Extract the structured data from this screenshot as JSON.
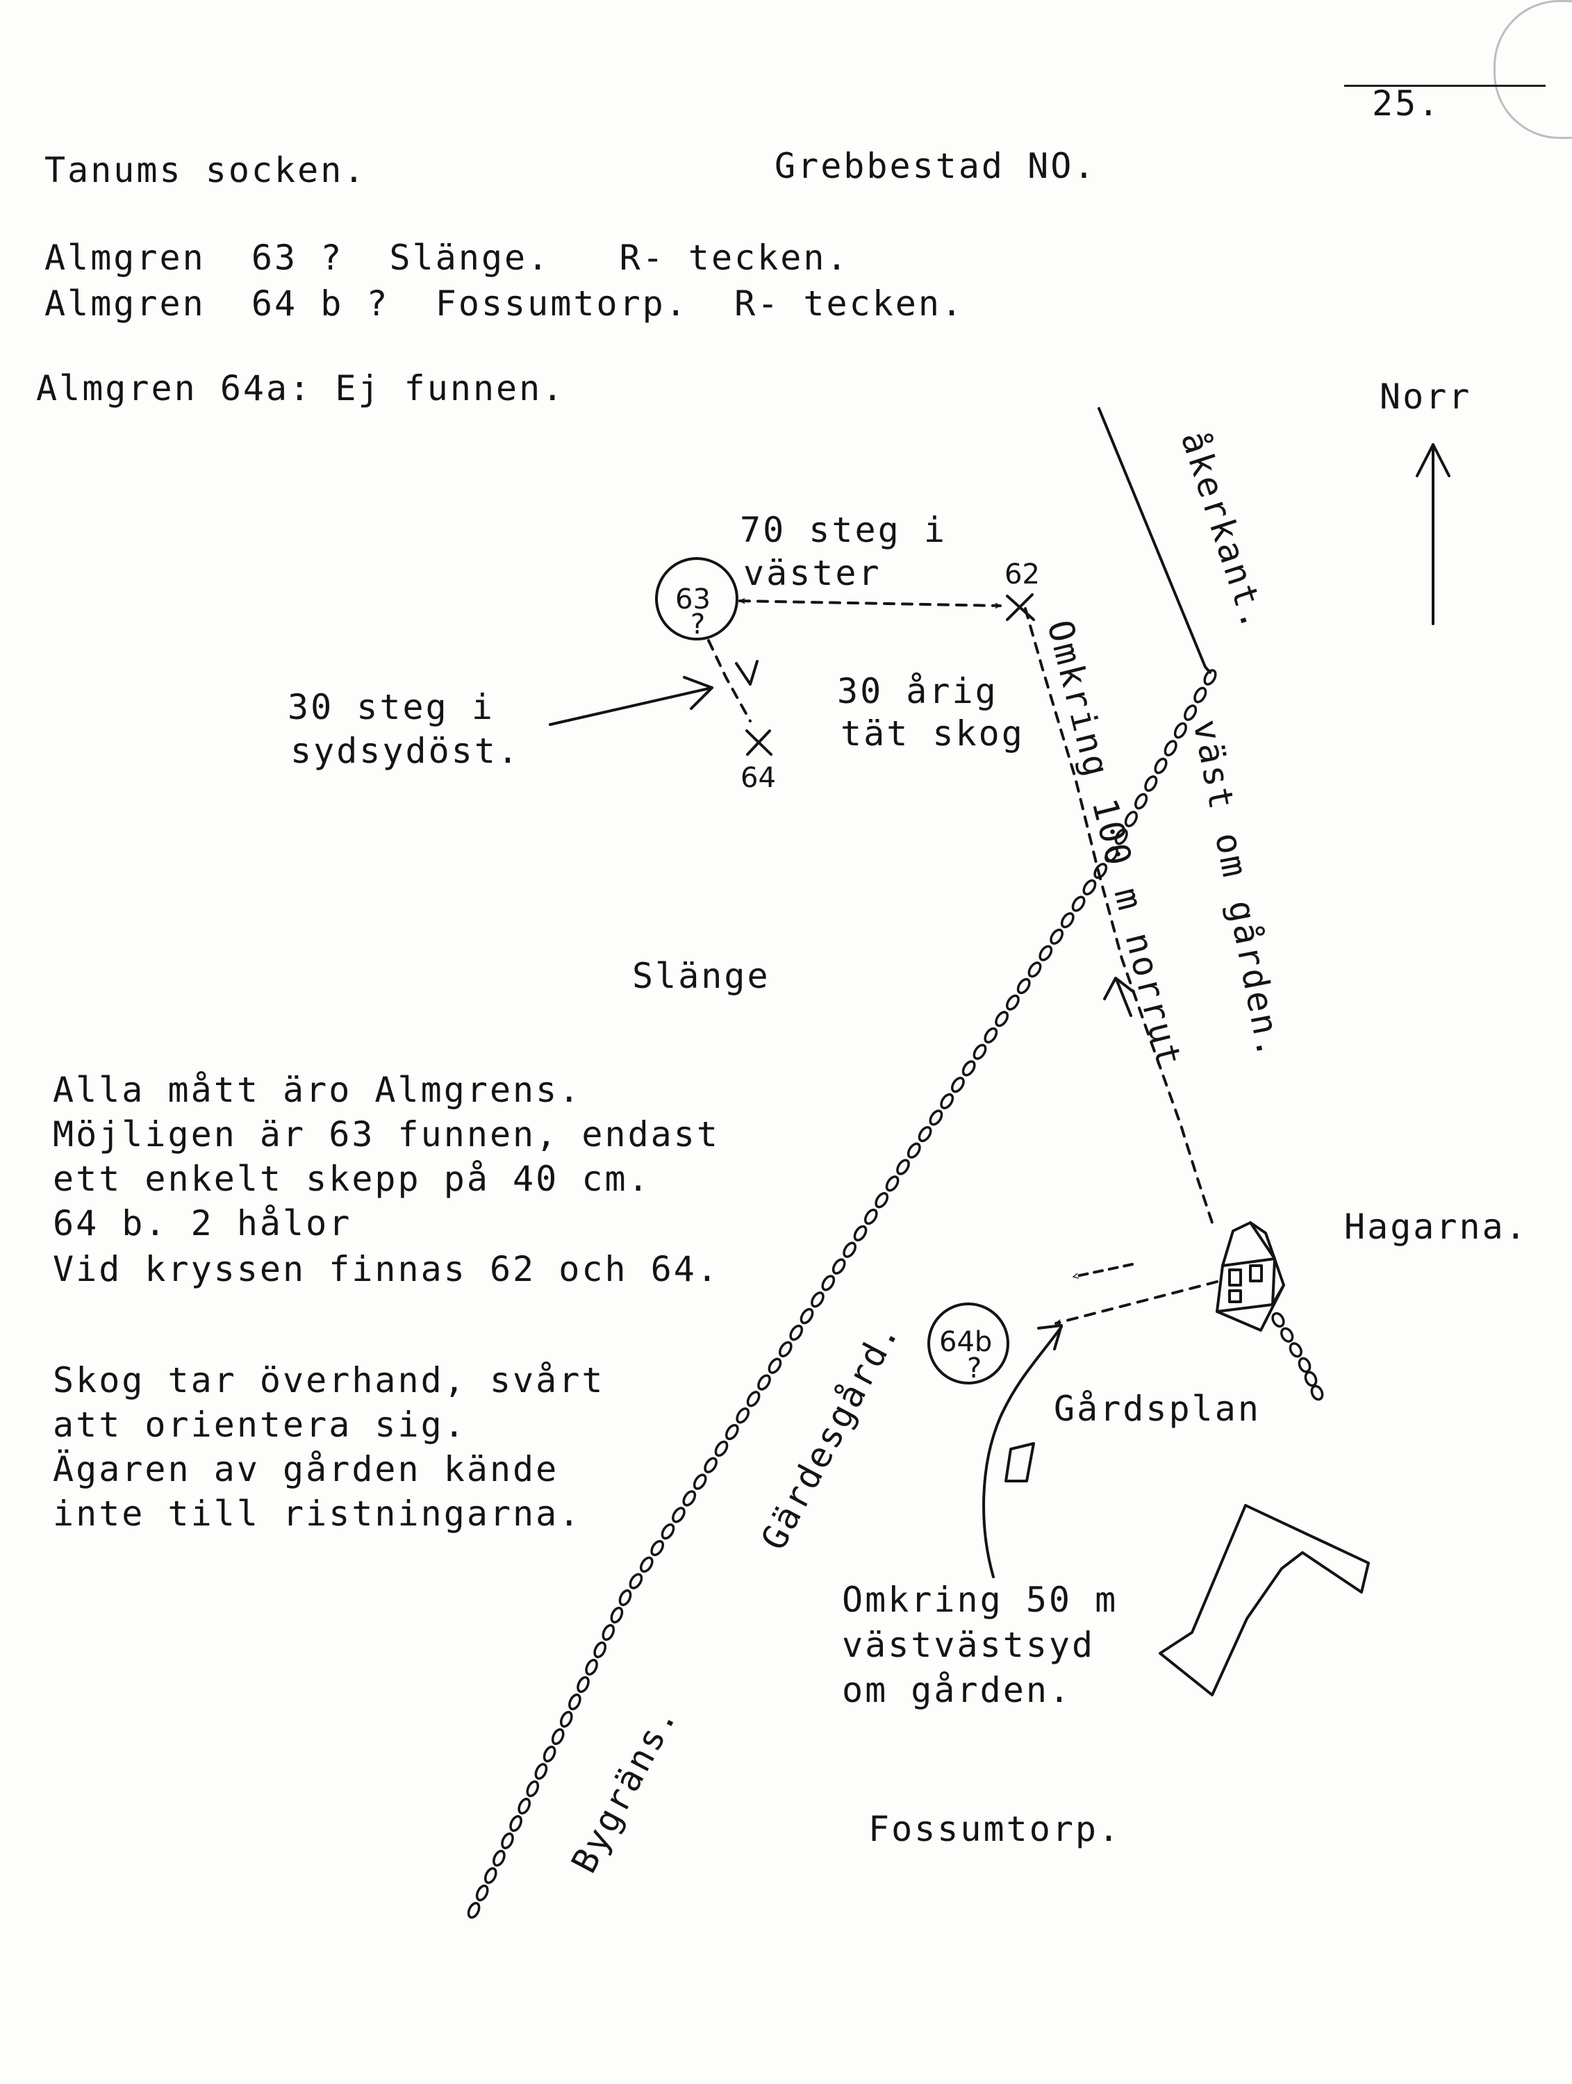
{
  "page": {
    "number": "25.",
    "parish": "Tanums socken.",
    "map_sheet": "Grebbestad NO."
  },
  "header_lines": [
    "Almgren  63 ?  Slänge.   R- tecken.",
    "Almgren  64 b ?  Fossumtorp.  R- tecken.",
    "Almgren 64a: Ej funnen."
  ],
  "notes": [
    "Alla mått äro Almgrens.",
    "Möjligen är 63 funnen, endast",
    "ett enkelt skepp på 40 cm.",
    "64 b. 2 hålor",
    "Vid kryssen finnas 62 och 64."
  ],
  "notes2": [
    "Skog tar överhand, svårt",
    "att orientera sig.",
    "Ägaren av gården kände",
    "inte till ristningarna."
  ],
  "map": {
    "north_label": "Norr",
    "field_edge_label": "åkerkant.",
    "dist_west": [
      "70 steg i",
      "väster"
    ],
    "dist_ssw": [
      "30 steg i",
      "sydsydöst."
    ],
    "forest": [
      "30 årig",
      "tät skog"
    ],
    "path_label_1": "Omkring 100 m norrut",
    "path_label_2": "väst om gården.",
    "place_slange": "Slänge",
    "place_hagarna": "Hagarna.",
    "yard": "Gårdsplan",
    "fence": "Gärdesgård.",
    "boundary": "Bygräns.",
    "farm_dist": [
      "Omkring 50 m",
      "västvästsyd",
      "om gården."
    ],
    "place_fossumtorp": "Fossumtorp.",
    "site_62": "62",
    "site_63": "63",
    "site_63_q": "?",
    "site_64": "64",
    "site_64b": "64b",
    "site_64b_q": "?"
  }
}
